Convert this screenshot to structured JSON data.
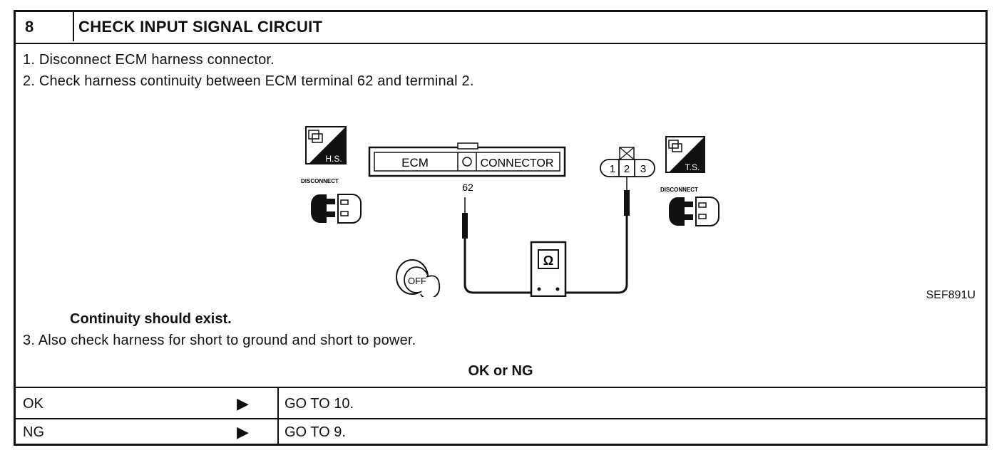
{
  "header": {
    "step_number": "8",
    "title": "CHECK INPUT SIGNAL CIRCUIT"
  },
  "steps": [
    "1.  Disconnect ECM harness connector.",
    "2.  Check harness continuity between ECM terminal 62 and terminal 2.",
    "3.  Also check harness for short to ground and short to power."
  ],
  "criteria": "Continuity should exist.",
  "figure": {
    "code": "SEF891U",
    "ecm_label": "ECM",
    "connector_label": "CONNECTOR",
    "terminal_label": "62",
    "left_badge": "H.S.",
    "right_badge": "T.S.",
    "disconnect_label": "DISCONNECT",
    "pins": [
      "1",
      "2",
      "3"
    ],
    "meter_symbol": "Ω",
    "ignition_label": "OFF"
  },
  "result_heading": "OK or NG",
  "results": [
    {
      "condition": "OK",
      "arrow": "▶",
      "action": "GO TO 10."
    },
    {
      "condition": "NG",
      "arrow": "▶",
      "action": "GO TO 9."
    }
  ]
}
